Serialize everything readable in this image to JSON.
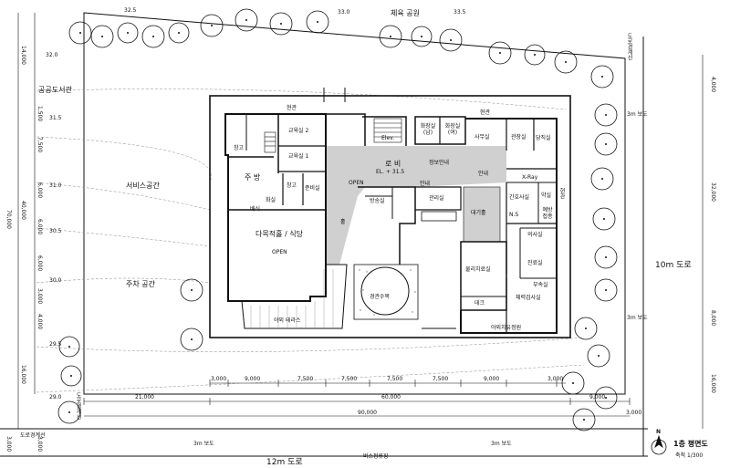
{
  "labels": {
    "sports_park": "체육 공원",
    "public_library": "공공도서관",
    "service_space": "서비스공간",
    "parking": "주차 공간",
    "road_boundary_right": "도로경계선",
    "road_boundary_left": "도로경계선",
    "road_boundary_bottom": "도로경계선",
    "sidewalk_3m_right_top": "3m 보도",
    "sidewalk_3m_right_bottom": "3m 보도",
    "road_10m": "10m 도로",
    "road_12m": "12m 도로",
    "sidewalk_bottom_left": "3m 보도",
    "sidewalk_bottom_right": "3m 보도",
    "bus_stop": "버스정류장",
    "title": "1층 평면도",
    "scale": "축척 1/300",
    "north": "N"
  },
  "rooms": {
    "entrance_1": "현관",
    "entrance_2": "현관",
    "entrance_3": "현관",
    "classroom_2": "교육실 2",
    "classroom_1": "교육실 1",
    "storage_1": "창고",
    "storage_2": "창고",
    "kitchen": "주 방",
    "prep_room": "준비실",
    "restroom_staff": "화실",
    "serving": "배식",
    "dining": "다목적홀 / 식당",
    "dining_open": "OPEN",
    "lobby": "로 비",
    "lobby_level": "EL. + 31.5",
    "info_center": "정보안내",
    "open_1": "OPEN",
    "hall": "홀",
    "broadcast": "방송실",
    "info_desk": "안내",
    "mgmt": "관리실",
    "restroom_m": "화장실 (남)",
    "restroom_f": "화장실 (여)",
    "elev": "Elev.",
    "office": "사무실",
    "director": "관장실",
    "nurse_station_top": "당직실",
    "guide": "안내",
    "xray": "X-Ray",
    "nurse_station": "간호사실",
    "pharmacy": "약실",
    "vaccination": "예방 접종",
    "ns": "N.S",
    "waiting": "대기홀",
    "doctor": "의사실",
    "therapy": "물리치료실",
    "clinic": "진료실",
    "storage_3": "부속실",
    "fitness": "체력검사실",
    "deck": "데크",
    "outdoor_garden": "야외치유정원",
    "landscape": "경관수목",
    "terrace": "야외 테라스"
  },
  "dimensions": {
    "top_left": "32.5",
    "top_mid": "33.0",
    "top_right": "33.5",
    "left_total": "70,000",
    "left_mid": "40,000",
    "left_top": "14,000",
    "left_bottom": "16,000",
    "left_seg": [
      "1,500",
      "7,500",
      "6,000",
      "6,000",
      "6,000",
      "3,000",
      "4,000",
      "3,000"
    ],
    "elev_left": [
      "32.0",
      "31.5",
      "31.0",
      "30.5",
      "30.0",
      "29.5",
      "29.0"
    ],
    "bottom_seg": [
      "3,000",
      "9,000",
      "7,500",
      "7,500",
      "7,500",
      "7,500",
      "9,000",
      "3,000"
    ],
    "bottom_21000": "21,000",
    "bottom_60000": "60,000",
    "bottom_90000": "90,000",
    "bottom_9000_right": "9,000",
    "bottom_3000_right": "3,000",
    "left_3000_bottom": "3,000",
    "right_total": "32,000",
    "right_top": "4,000",
    "right_bottom": "16,000",
    "right_mid": "8,000"
  },
  "colors": {
    "line": "#111111",
    "lobby_fill": "#d0d0d0",
    "tree_stroke": "#111111",
    "dashed": "#888888"
  }
}
